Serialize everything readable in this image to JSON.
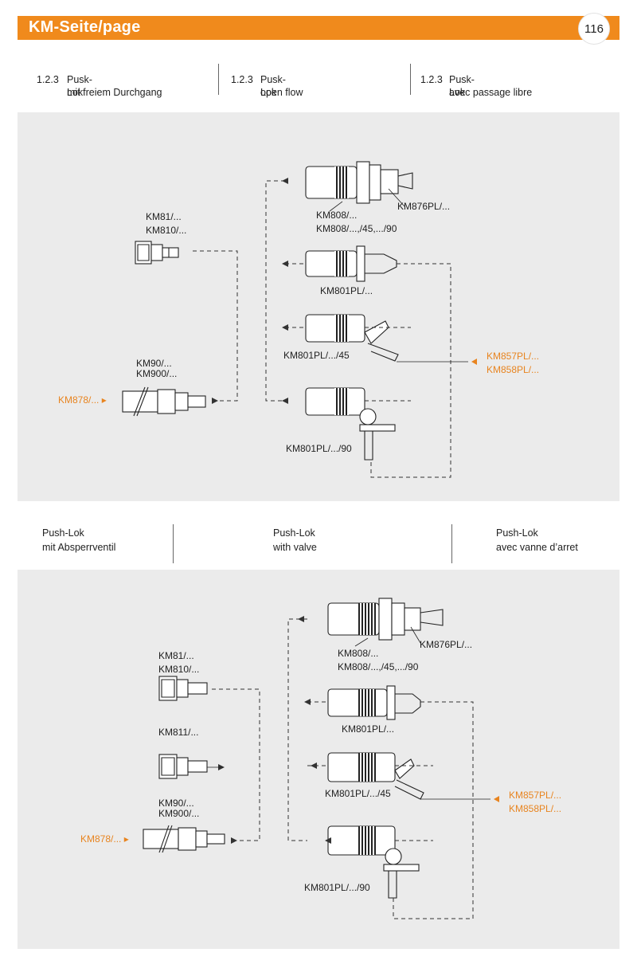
{
  "header": {
    "title": "KM-Seite/page",
    "page_number": "116",
    "accent_color": "#f08a1c"
  },
  "section1": {
    "columns": [
      {
        "number": "1.2.3",
        "line1": "Pusk-Lok",
        "line2": "mit freiem Durchgang"
      },
      {
        "number": "1.2.3",
        "line1": "Pusk-Lok",
        "line2": "open flow"
      },
      {
        "number": "1.2.3",
        "line1": "Pusk-Lok",
        "line2": "avec passage libre"
      }
    ],
    "labels": {
      "km81": "KM81/...",
      "km810": "KM810/...",
      "km90": "KM90/...",
      "km900": "KM900/...",
      "km878": "KM878/...",
      "km808": "KM808/...",
      "km808_var": "KM808/...,/45,.../90",
      "km876": "KM876PL/...",
      "km801_a": "KM801PL/...",
      "km801_45": "KM801PL/.../45",
      "km801_90": "KM801PL/.../90",
      "km857": "KM857PL/...",
      "km858": "KM858PL/..."
    }
  },
  "section2": {
    "columns": [
      {
        "line1": "Push-Lok",
        "line2": "mit Absperrventil"
      },
      {
        "line1": "Push-Lok",
        "line2": "with valve"
      },
      {
        "line1": "Push-Lok",
        "line2": "avec vanne d’arret"
      }
    ],
    "labels": {
      "km81": "KM81/...",
      "km810": "KM810/...",
      "km811": "KM811/...",
      "km90": "KM90/...",
      "km900": "KM900/...",
      "km878": "KM878/...",
      "km808": "KM808/...",
      "km808_var": "KM808/...,/45,.../90",
      "km876": "KM876PL/...",
      "km801_a": "KM801PL/...",
      "km801_45": "KM801PL/.../45",
      "km801_90": "KM801PL/.../90",
      "km857": "KM857PL/...",
      "km858": "KM858PL/..."
    }
  },
  "colors": {
    "orange_label": "#e8841f",
    "panel_bg": "#ebebeb"
  }
}
